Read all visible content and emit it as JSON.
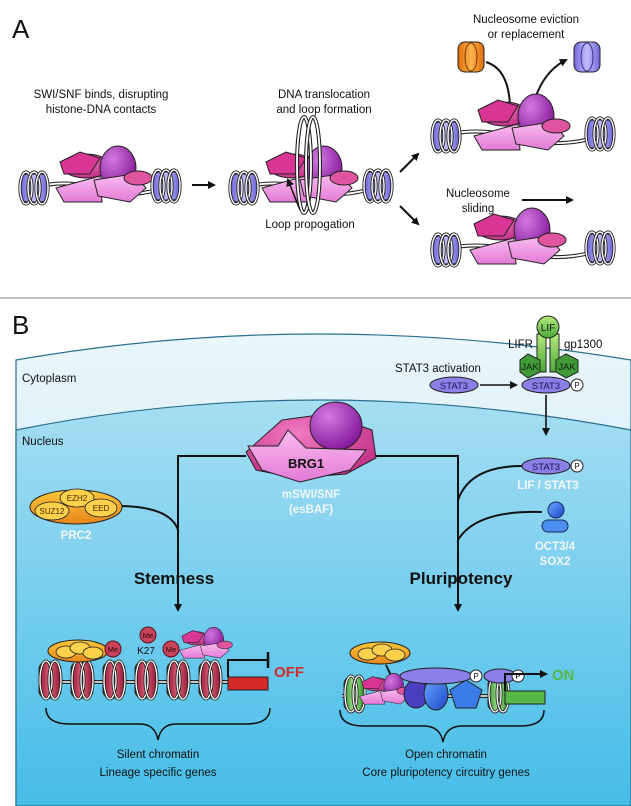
{
  "panel_a": {
    "letter": "A",
    "step1_line1": "SWI/SNF binds, disrupting",
    "step1_line2": "histone-DNA contacts",
    "step2_line1": "DNA translocation",
    "step2_line2": "and loop formation",
    "loop_prop": "Loop propogation",
    "evict_line1": "Nucleosome eviction",
    "evict_line2": "or replacement",
    "slide_line1": "Nucleosome",
    "slide_line2": "sliding"
  },
  "panel_b": {
    "letter": "B",
    "cytoplasm": "Cytoplasm",
    "nucleus": "Nucleus",
    "lif": "LIF",
    "lifr": "LIFR",
    "gp130": "gp1300",
    "jak": "JAK",
    "stat3_activation": "STAT3 activation",
    "stat3": "STAT3",
    "p": "P",
    "brg1": "BRG1",
    "mswisnf": "mSWI/SNF",
    "esbaf": "(esBAF)",
    "suz12": "SUZ12",
    "ezh2": "EZH2",
    "eed": "EED",
    "prc2": "PRC2",
    "lif_stat3": "LIF / STAT3",
    "oct34": "OCT3/4",
    "sox2": "SOX2",
    "stemness": "Stemness",
    "pluripotency": "Pluripotency",
    "me": "Me",
    "k27": "K27",
    "off": "OFF",
    "on": "ON",
    "silent1": "Silent chromatin",
    "silent2": "Lineage specific genes",
    "open1": "Open chromatin",
    "open2": "Core pluripotency circuitry genes"
  },
  "colors": {
    "cytoplasm": "#d6eef8",
    "nucleus": "#7fd0ee",
    "magenta": "#d9338f",
    "pink": "#f08fe0",
    "purple": "#9b1fa8",
    "lavender": "#9a92ef",
    "orange": "#f08a1c",
    "green": "#57b847",
    "red": "#d42a2a"
  }
}
